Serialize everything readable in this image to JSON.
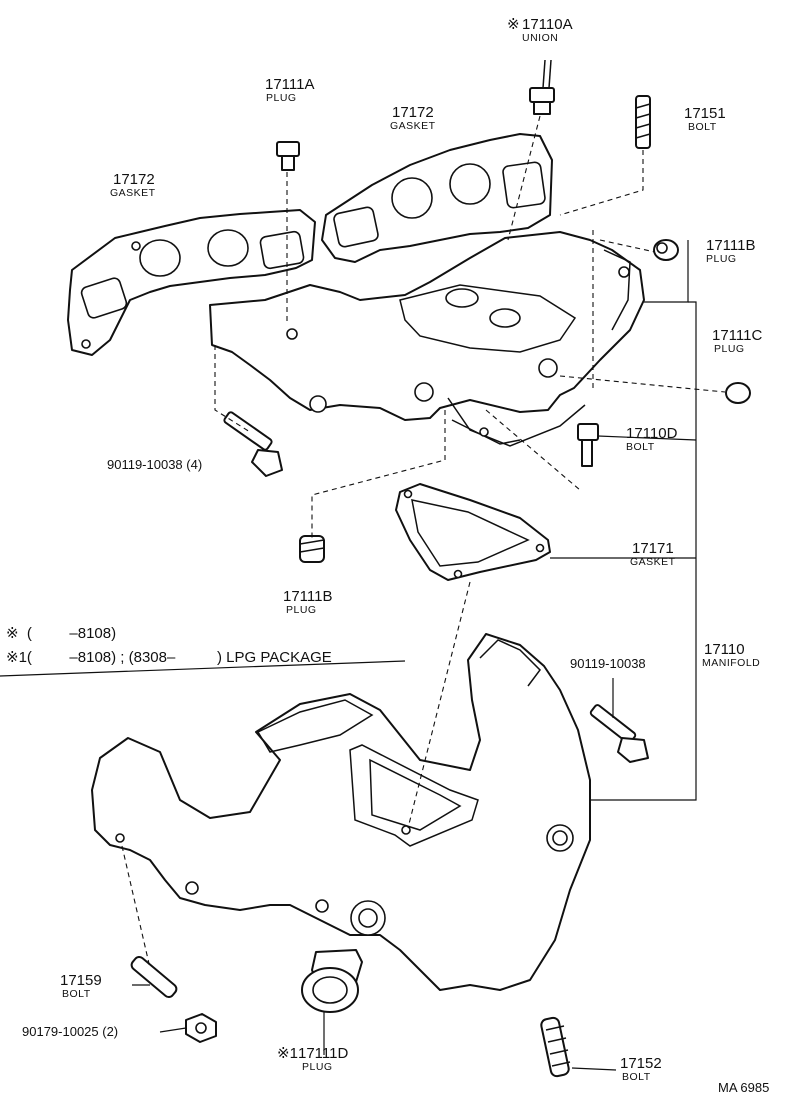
{
  "parts": [
    {
      "id": "union",
      "mark": "※",
      "number": "17110A",
      "name": "UNION"
    },
    {
      "id": "plug-a",
      "number": "17111A",
      "name": "PLUG"
    },
    {
      "id": "gasket-right",
      "number": "17172",
      "name": "GASKET"
    },
    {
      "id": "gasket-left",
      "number": "17172",
      "name": "GASKET"
    },
    {
      "id": "bolt-top",
      "number": "17151",
      "name": "BOLT"
    },
    {
      "id": "plug-b-right",
      "number": "17111B",
      "name": "PLUG"
    },
    {
      "id": "plug-c",
      "number": "17111C",
      "name": "PLUG"
    },
    {
      "id": "bolt-d",
      "number": "17110D",
      "name": "BOLT"
    },
    {
      "id": "bolt-90119-4",
      "number": "90119-10038 (4)",
      "name": ""
    },
    {
      "id": "gasket-171",
      "number": "17171",
      "name": "GASKET"
    },
    {
      "id": "plug-b-left",
      "number": "17111B",
      "name": "PLUG"
    },
    {
      "id": "manifold",
      "number": "17110",
      "name": "MANIFOLD"
    },
    {
      "id": "bolt-90119",
      "number": "90119-10038",
      "name": ""
    },
    {
      "id": "bolt-159",
      "number": "17159",
      "name": "BOLT"
    },
    {
      "id": "nut-90179",
      "number": "90179-10025 (2)",
      "name": ""
    },
    {
      "id": "plug-d",
      "mark": "※1",
      "number": "17111D",
      "name": "PLUG"
    },
    {
      "id": "bolt-152",
      "number": "17152",
      "name": "BOLT"
    }
  ],
  "notes": {
    "line1": "※  (         –8108)",
    "line2": "※1(         –8108) ; (8308–          ) LPG PACKAGE"
  },
  "diagram_code": "MA 6985"
}
